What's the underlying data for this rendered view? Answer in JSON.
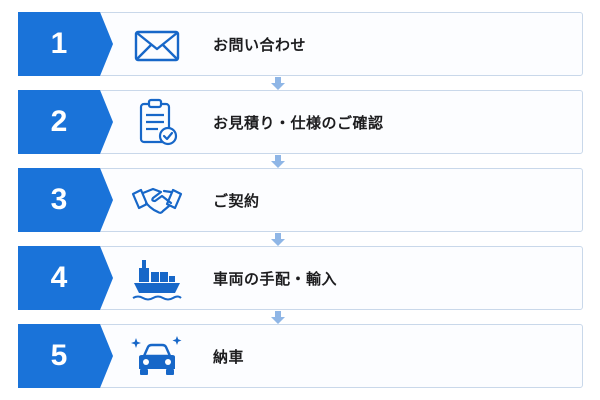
{
  "colors": {
    "accent": "#1a73d9",
    "icon": "#1767c8",
    "border": "#c9d8ea",
    "connector": "#8fb6e6",
    "text": "#1d1d1f"
  },
  "steps": [
    {
      "number": "1",
      "label": "お問い合わせ",
      "icon": "envelope-icon"
    },
    {
      "number": "2",
      "label": "お見積り・仕様のご確認",
      "icon": "clipboard-check-icon"
    },
    {
      "number": "3",
      "label": "ご契約",
      "icon": "handshake-icon"
    },
    {
      "number": "4",
      "label": "車両の手配・輸入",
      "icon": "cargo-ship-icon"
    },
    {
      "number": "5",
      "label": "納車",
      "icon": "car-icon"
    }
  ]
}
